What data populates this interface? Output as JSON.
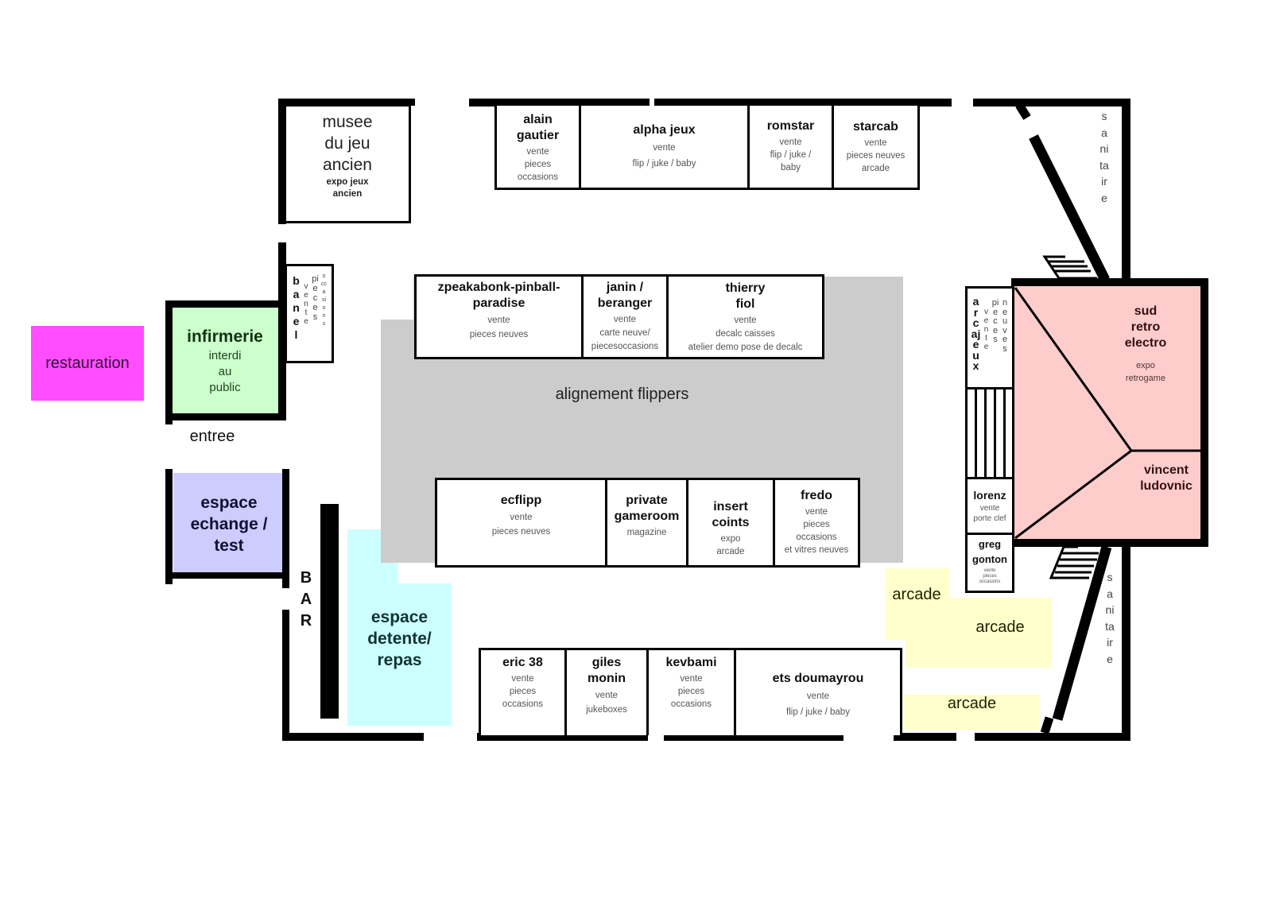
{
  "title": "Plan de salle",
  "zones": {
    "restauration": "restauration",
    "infirmerie": {
      "name": "infirmerie",
      "desc": "interdi\nau\npublic"
    },
    "entree": "entree",
    "espace_echange": "espace\nechange /\ntest",
    "bar": "B\nA\nR",
    "espace_detente": "espace\ndetente/\nrepas",
    "alignement": "alignement flippers",
    "arcade": [
      "arcade",
      "arcade",
      "arcade"
    ],
    "sanitaire": [
      "sanitaire",
      "sanitaire"
    ],
    "musee": {
      "name": "musee\ndu jeu\nancien",
      "desc": "expo jeux\nancien"
    },
    "sud_retro": {
      "name": "sud\nretro\nelectro",
      "desc": "expo\nretrogame"
    },
    "vincent": "vincent\nludovnic"
  },
  "banel": {
    "name": "banel",
    "col1": "vente",
    "col2": "pieces",
    "col3": "occasions"
  },
  "arcajeux": {
    "name": "arcajeux",
    "col1": "vente",
    "col2": "pieces",
    "col3": "neuves"
  },
  "right_stands": [
    {
      "name": "lorenz",
      "desc": "vente\nporte clef"
    },
    {
      "name": "greg\ngonton",
      "desc": "vente\npieces\noccasions"
    }
  ],
  "top_row": [
    {
      "name": "alain\ngautier",
      "desc": "vente\npieces\noccasions"
    },
    {
      "name": "alpha jeux",
      "desc": "vente\nflip / juke / baby"
    },
    {
      "name": "romstar",
      "desc": "vente\nflip / juke /\nbaby"
    },
    {
      "name": "starcab",
      "desc": "vente\npieces neuves\narcade"
    }
  ],
  "middle_top_row": [
    {
      "name": "zpeakabonk-pinball-\nparadise",
      "desc": "vente\npieces neuves"
    },
    {
      "name": "janin /\nberanger",
      "desc": "vente\ncarte neuve/\npiecesoccasions"
    },
    {
      "name": "thierry\nfiol",
      "desc": "vente\ndecalc caisses\natelier demo pose de decalc"
    }
  ],
  "middle_bottom_row": [
    {
      "name": "ecflipp",
      "desc": "vente\npieces neuves"
    },
    {
      "name": "private\ngameroom",
      "desc": "magazine"
    },
    {
      "name": "insert\ncoints",
      "desc": "expo\narcade"
    },
    {
      "name": "fredo",
      "desc": "vente\npieces\noccasions\net vitres neuves"
    }
  ],
  "bottom_row": [
    {
      "name": "eric 38",
      "desc": "vente\npieces\noccasions"
    },
    {
      "name": "giles\nmonin",
      "desc": "vente\njukeboxes"
    },
    {
      "name": "kevbami",
      "desc": "vente\npieces\noccasions"
    },
    {
      "name": "ets doumayrou",
      "desc": "vente\nflip / juke / baby"
    }
  ],
  "colors": {
    "restauration": "#ff4dff",
    "infirmerie": "#ccffcc",
    "espace_echange": "#ccccff",
    "espace_detente": "#ccffff",
    "alignement": "#cccccc",
    "arcade": "#ffffcc",
    "sud_retro": "#ffcccc"
  }
}
